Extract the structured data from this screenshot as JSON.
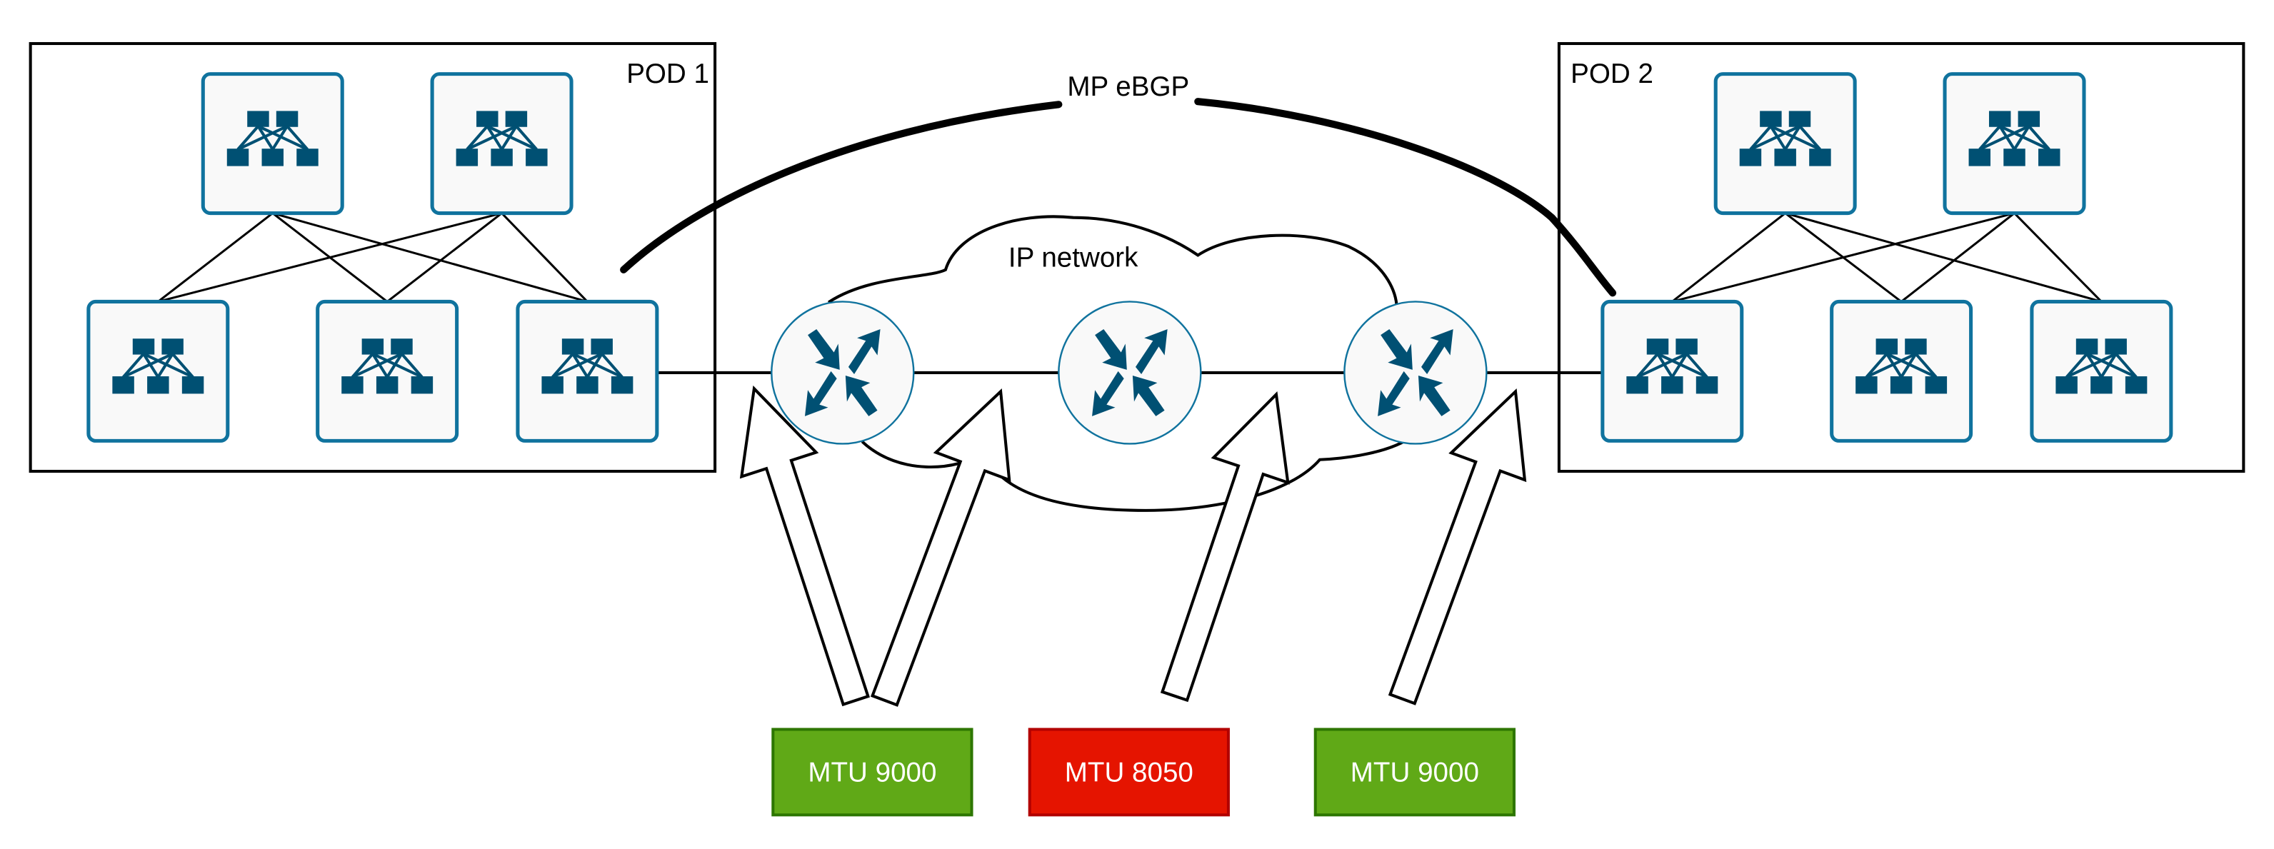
{
  "diagram": {
    "pods": [
      {
        "id": "pod1",
        "label": "POD 1",
        "spines": 2,
        "leaves": 3
      },
      {
        "id": "pod2",
        "label": "POD 2",
        "spines": 2,
        "leaves": 3
      }
    ],
    "session_label": "MP eBGP",
    "cloud_label": "IP network",
    "routers": 3,
    "mtu_boxes": [
      {
        "label": "MTU 9000",
        "status": "ok"
      },
      {
        "label": "MTU 8050",
        "status": "mismatch"
      },
      {
        "label": "MTU 9000",
        "status": "ok"
      }
    ],
    "colors": {
      "device_icon": "#005073",
      "device_border": "#10739e",
      "device_fill": "#f9f9f9",
      "mtu_ok_fill": "#60a917",
      "mtu_ok_border": "#2d7600",
      "mtu_bad_fill": "#e51400",
      "mtu_bad_border": "#b20000"
    },
    "icons": {
      "switch": "fabric-switch-icon",
      "router": "router-icon"
    }
  }
}
